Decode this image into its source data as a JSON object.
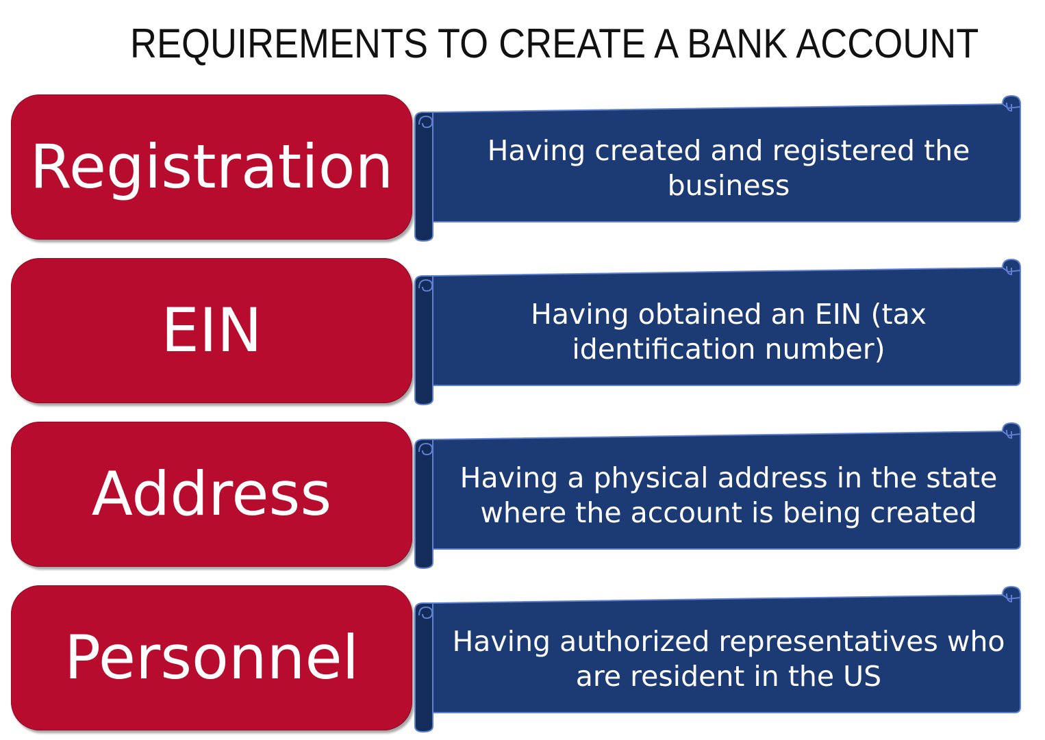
{
  "title": "REQUIREMENTS TO CREATE A BANK ACCOUNT",
  "colors": {
    "label_fill": "#b80c2f",
    "scroll_fill": "#1c3a73",
    "scroll_stroke": "#5f7fd0",
    "text": "#ffffff"
  },
  "requirements": [
    {
      "label": "Registration",
      "description": "Having created and registered the business"
    },
    {
      "label": "EIN",
      "description": "Having obtained an EIN (tax identification number)"
    },
    {
      "label": "Address",
      "description": "Having a physical address in the state where the account is being created"
    },
    {
      "label": "Personnel",
      "description": "Having authorized representatives who are resident in the US"
    }
  ]
}
